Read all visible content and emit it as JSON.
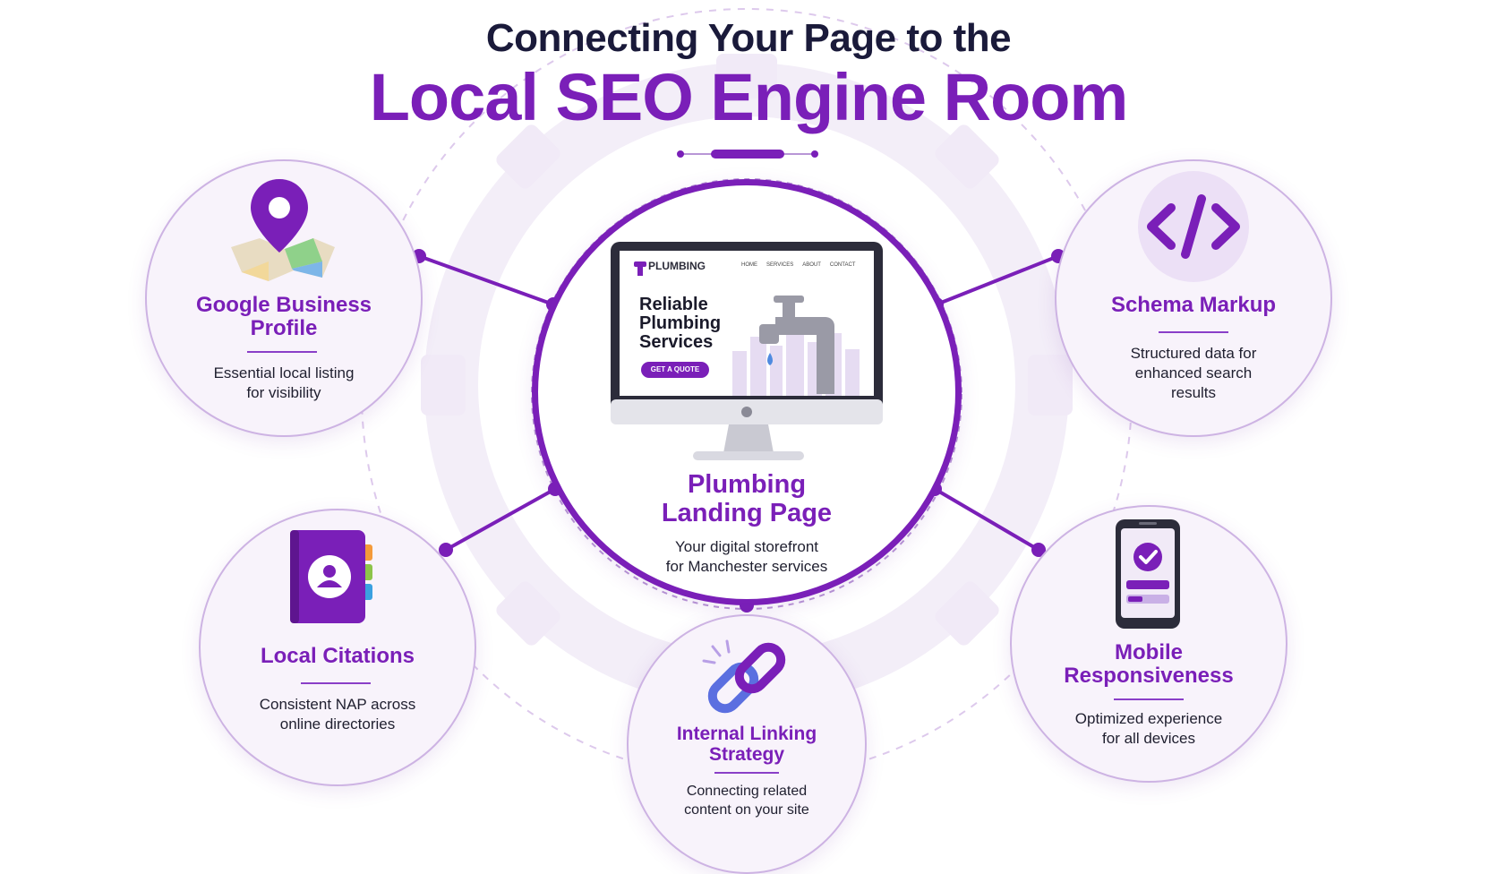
{
  "title": {
    "line1": "Connecting Your Page to the",
    "line2": "Local SEO Engine Room"
  },
  "center": {
    "title_line1": "Plumbing",
    "title_line2": "Landing Page",
    "desc_line1": "Your digital storefront",
    "desc_line2": "for Manchester services",
    "monitor": {
      "brand": "PLUMBING",
      "nav": [
        "HOME",
        "SERVICES",
        "ABOUT",
        "CONTACT"
      ],
      "headline": [
        "Reliable",
        "Plumbing",
        "Services"
      ],
      "cta": "GET A QUOTE"
    }
  },
  "nodes": {
    "gbp": {
      "title": [
        "Google Business",
        "Profile"
      ],
      "desc": [
        "Essential local listing",
        "for visibility"
      ],
      "icon": "map-pin-icon"
    },
    "schema": {
      "title": [
        "Schema Markup"
      ],
      "desc": [
        "Structured data for",
        "enhanced search",
        "results"
      ],
      "icon": "code-icon"
    },
    "citations": {
      "title": [
        "Local Citations"
      ],
      "desc": [
        "Consistent NAP across",
        "online directories"
      ],
      "icon": "address-book-icon"
    },
    "linking": {
      "title": [
        "Internal Linking",
        "Strategy"
      ],
      "desc": [
        "Connecting related",
        "content on your site"
      ],
      "icon": "link-icon"
    },
    "mobile": {
      "title": [
        "Mobile",
        "Responsiveness"
      ],
      "desc": [
        "Optimized experience",
        "for all devices"
      ],
      "icon": "smartphone-check-icon"
    }
  },
  "colors": {
    "accent": "#7a1fb8",
    "heading": "#1a1a3a",
    "circle_bg": "#f8f3fb",
    "link_blue": "#5b6fe0"
  }
}
